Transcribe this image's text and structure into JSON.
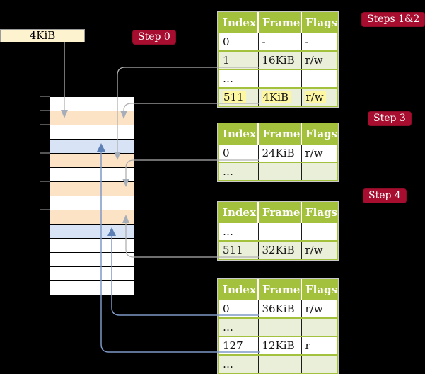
{
  "title": "Page table translation diagram",
  "frame_label": {
    "text": "4KiB"
  },
  "badges": {
    "step0": {
      "label": "Step 0"
    },
    "steps12": {
      "label": "Steps 1&2"
    },
    "step3": {
      "label": "Step 3"
    },
    "step4": {
      "label": "Step 4"
    }
  },
  "tables": [
    {
      "name": "table-steps-1-2",
      "columns": [
        "Index",
        "Frame",
        "Flags"
      ],
      "rows": [
        [
          "0",
          "-",
          "-"
        ],
        [
          "1",
          "16KiB",
          "r/w"
        ],
        [
          "…",
          "",
          ""
        ],
        [
          "511",
          "4KiB",
          "r/w"
        ]
      ],
      "highlighted_row": "511 | 4KiB | r/w"
    },
    {
      "name": "table-step-3",
      "columns": [
        "Index",
        "Frame",
        "Flags"
      ],
      "rows": [
        [
          "0",
          "24KiB",
          "r/w"
        ],
        [
          "…",
          "",
          ""
        ]
      ]
    },
    {
      "name": "table-step-4",
      "columns": [
        "Index",
        "Frame",
        "Flags"
      ],
      "rows": [
        [
          "…",
          "",
          ""
        ],
        [
          "511",
          "32KiB",
          "r/w"
        ]
      ]
    },
    {
      "name": "table-final",
      "columns": [
        "Index",
        "Frame",
        "Flags"
      ],
      "rows": [
        [
          "0",
          "36KiB",
          "r/w"
        ],
        [
          "…",
          "",
          ""
        ],
        [
          "127",
          "12KiB",
          "r"
        ],
        [
          "…",
          "",
          ""
        ]
      ]
    }
  ],
  "memory": {
    "rows": [
      {
        "type": "free"
      },
      {
        "type": "table"
      },
      {
        "type": "free"
      },
      {
        "type": "page"
      },
      {
        "type": "table"
      },
      {
        "type": "free"
      },
      {
        "type": "table"
      },
      {
        "type": "free"
      },
      {
        "type": "table"
      },
      {
        "type": "page"
      },
      {
        "type": "free"
      },
      {
        "type": "free"
      },
      {
        "type": "free"
      },
      {
        "type": "free"
      }
    ]
  },
  "colors": {
    "background": "#000000",
    "badge_red": "#a60d2f",
    "table_header_green": "#a4c13e",
    "table_row_green": "#eaefd9",
    "highlight_yellow": "#fdf7a2",
    "memory_page_table_orange": "#fce3c6",
    "memory_mapped_page_blue": "#d8e4f5",
    "frame_label_cream": "#fdf3ce",
    "arrow_gray": "#b0b0b0",
    "arrow_blue": "#7e98c5"
  }
}
